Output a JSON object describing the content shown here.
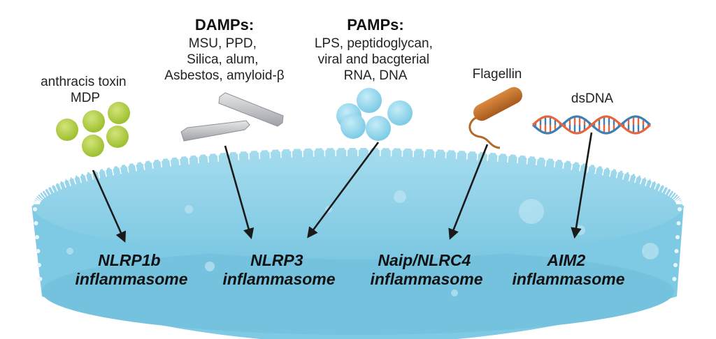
{
  "stimuli": {
    "anthracis": {
      "lines": [
        "anthracis toxin",
        "MDP"
      ],
      "icon": "green-spheres",
      "color": "#a9c93b"
    },
    "damps": {
      "title": "DAMPs:",
      "lines": [
        "MSU, PPD,",
        "Silica, alum,",
        "Asbestos, amyloid-β"
      ],
      "icon": "crystal-rods",
      "color": "#b9bcc1"
    },
    "pamps": {
      "title": "PAMPs:",
      "lines": [
        "LPS, peptidoglycan,",
        "viral and bacgterial",
        "RNA, DNA"
      ],
      "icon": "blue-spheres",
      "color": "#8fd2ea"
    },
    "flagellin": {
      "lines": [
        "Flagellin"
      ],
      "icon": "bacterium",
      "color": "#c2722c"
    },
    "dsdna": {
      "lines": [
        "dsDNA"
      ],
      "icon": "dna-helix",
      "color": "#e8643a"
    }
  },
  "inflammasomes": [
    {
      "name": "NLRP1b",
      "suffix": "inflammasome"
    },
    {
      "name": "NLRP3",
      "suffix": "inflammasome"
    },
    {
      "name": "Naip/NLRC4",
      "suffix": "inflammasome"
    },
    {
      "name": "AIM2",
      "suffix": "inflammasome"
    }
  ],
  "cell": {
    "icon": "cell-membrane",
    "fill": "#8fd3e8",
    "membrane": "#ffffff"
  }
}
